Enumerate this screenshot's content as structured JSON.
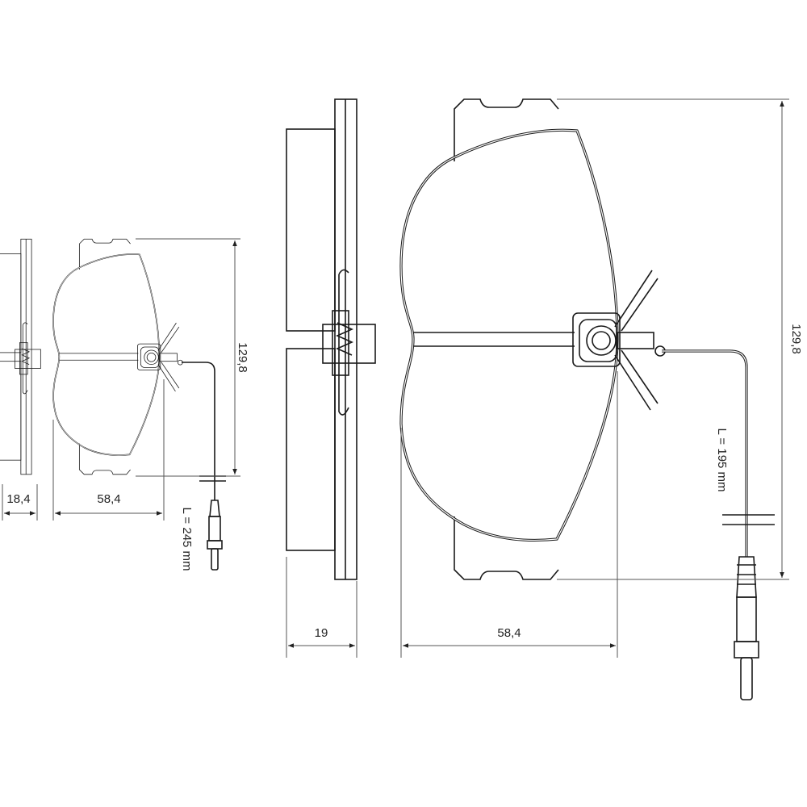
{
  "small_view": {
    "thickness": "18,4",
    "width": "58,4",
    "height": "129,8",
    "wire_length": "L = 245 mm"
  },
  "large_view": {
    "thickness": "19",
    "width": "58,4",
    "height": "129,8",
    "wire_length": "L = 195 mm"
  },
  "colors": {
    "line": "#1a1a1a",
    "dimension": "#555555"
  }
}
